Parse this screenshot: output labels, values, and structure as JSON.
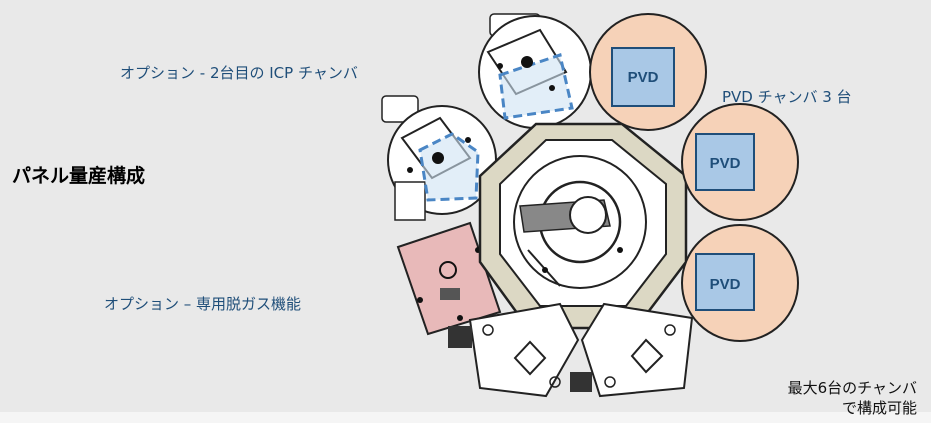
{
  "labels": {
    "title": "パネル量産構成",
    "option_icp": "オプション - 2台目の ICP チャンバ",
    "pvd_chambers": "PVD チャンバ 3 台",
    "option_degas": "オプション – 専用脱ガス機能",
    "max_chambers_line1": "最大6台のチャンバ",
    "max_chambers_line2": "で構成可能"
  },
  "chambers": {
    "pvd_1": "PVD",
    "pvd_2": "PVD",
    "pvd_3": "PVD"
  },
  "colors": {
    "label_blue": "#1f4e79",
    "pvd_fill": "#f6d2b8",
    "pvd_square": "#a9c8e6",
    "degas_fill": "#e8b9b9",
    "hub_fill": "#dcd8c4",
    "icp_dash": "#4a86c5"
  }
}
